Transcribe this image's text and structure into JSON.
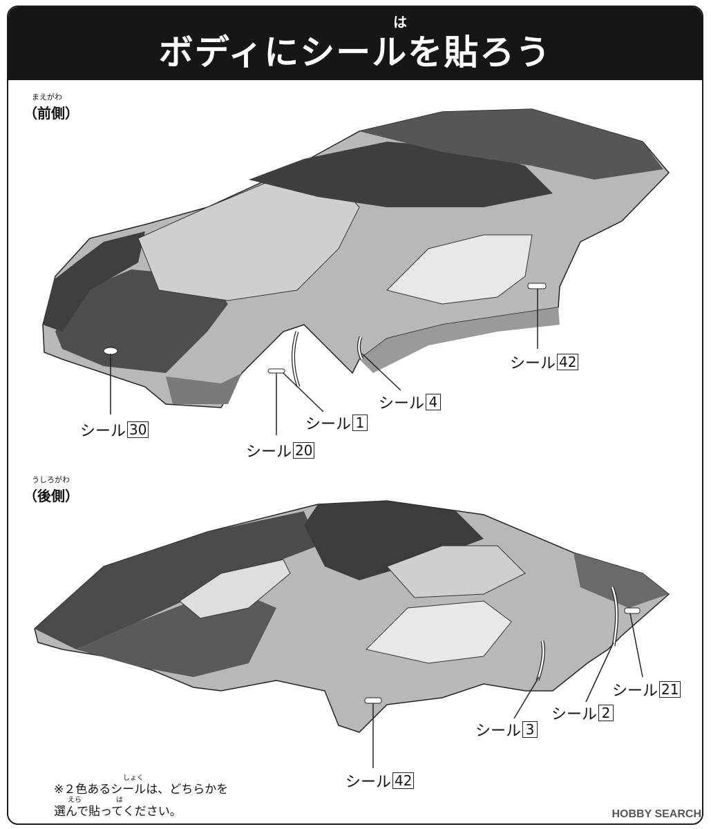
{
  "header": {
    "ruby": "は",
    "title": "ボディにシールを貼ろう"
  },
  "front": {
    "ruby": "まえがわ",
    "heading": "（前側）"
  },
  "rear": {
    "ruby": "うしろがわ",
    "heading": "（後側）"
  },
  "callouts": {
    "front_42": {
      "text": "シール",
      "num": "42"
    },
    "front_4": {
      "text": "シール",
      "num": "4"
    },
    "front_1": {
      "text": "シール",
      "num": "1"
    },
    "front_30": {
      "text": "シール",
      "num": "30"
    },
    "front_20": {
      "text": "シール",
      "num": "20"
    },
    "rear_21": {
      "text": "シール",
      "num": "21"
    },
    "rear_2": {
      "text": "シール",
      "num": "2"
    },
    "rear_3": {
      "text": "シール",
      "num": "3"
    },
    "rear_42": {
      "text": "シール",
      "num": "42"
    }
  },
  "note": {
    "ruby1": "しょく",
    "line1": "※２色あるシールは、どちらかを",
    "ruby2": "えら　　　　　は",
    "line2": "選んで貼ってください。"
  },
  "credit": "HOBBY SEARCH",
  "colors": {
    "dark_panel": "#4a4a4a",
    "body": "#b9b9b9",
    "title_bg": "#161616"
  }
}
